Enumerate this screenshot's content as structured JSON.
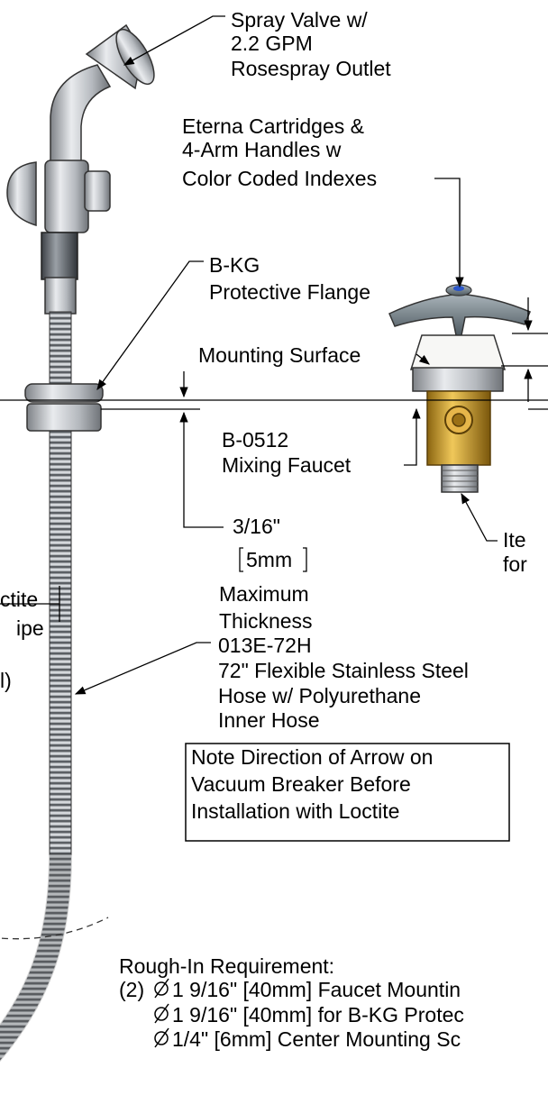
{
  "labels": {
    "spray_valve": [
      "Spray Valve w/",
      "2.2 GPM",
      "Rosespray Outlet"
    ],
    "cartridges": [
      "Eterna Cartridges &",
      "4-Arm Handles w",
      "Color Coded Indexes"
    ],
    "flange": [
      "B-KG",
      "Protective Flange"
    ],
    "mounting_surface": "Mounting Surface",
    "mixing_faucet": [
      "B-0512",
      "Mixing Faucet"
    ],
    "thickness": {
      "inch": "3/16\"",
      "mm": "5mm",
      "caption": [
        "Maximum",
        "Thickness"
      ]
    },
    "left_partial": [
      "ctite",
      "ipe",
      "l)"
    ],
    "hose": [
      "013E-72H",
      "72\" Flexible Stainless Steel",
      "Hose w/ Polyurethane",
      "Inner Hose"
    ],
    "note_box": [
      "Note Direction of Arrow on",
      "Vacuum Breaker Before",
      "Installation with Loctite"
    ],
    "item_partial": [
      "Ite",
      "for"
    ],
    "rough_in": {
      "title": "Rough-In Requirement:",
      "prefix": "(2)",
      "lines": [
        "1 9/16\" [40mm] Faucet Mountin",
        "1 9/16\" [40mm] for B-KG Protec",
        "1/4\" [6mm] Center Mounting Sc"
      ]
    }
  },
  "colors": {
    "line": "#000000",
    "steel": "#b9bcc0",
    "brass": "#c79a2c",
    "handle": "#7f8c93",
    "index": "#2a55c8"
  }
}
